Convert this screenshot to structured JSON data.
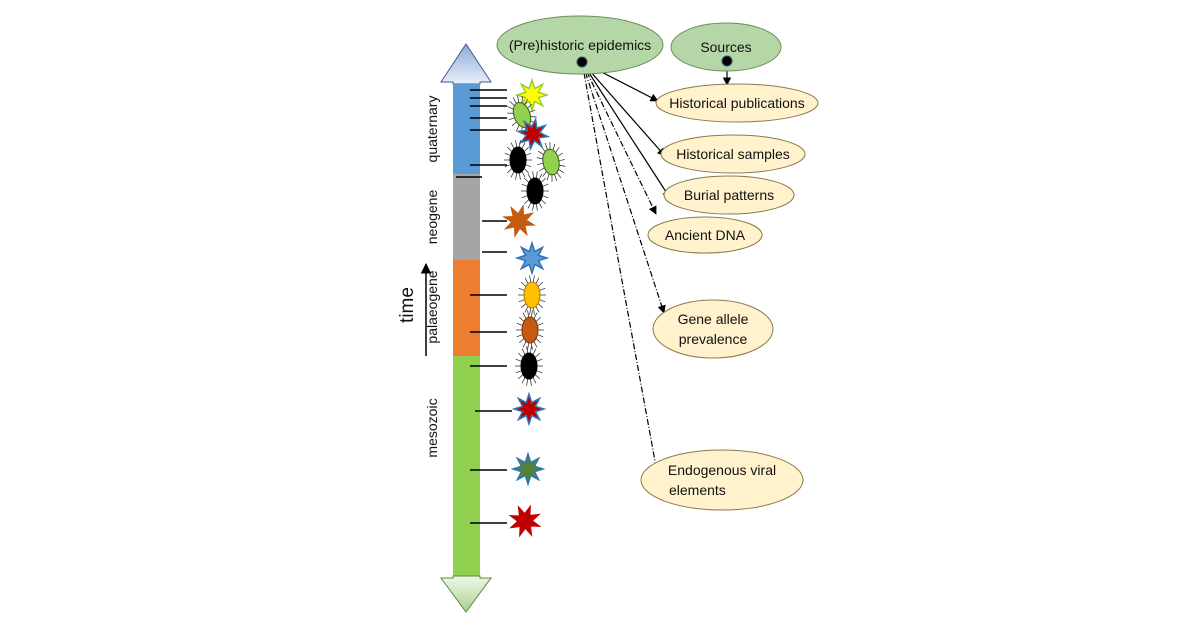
{
  "title_node": "(Pre)historic epidemics",
  "sources_node": "Sources",
  "source_types": [
    [
      "Historical publications"
    ],
    [
      "Historical samples"
    ],
    [
      "Burial patterns"
    ],
    [
      "Ancient DNA"
    ],
    [
      "Gene allele",
      "prevalence"
    ],
    [
      "Endogenous viral",
      "elements"
    ]
  ],
  "eras": [
    "quaternary",
    "neogene",
    "palaeogene",
    "mesozoic"
  ],
  "axis_label": "time",
  "colors": {
    "quaternary": "#5b9bd5",
    "neogene": "#a5a5a5",
    "palaeogene": "#ed7d31",
    "mesozoic": "#92d050",
    "title_node_fill": "#b5d6a7",
    "source_node_fill": "#fff2cc",
    "arrow_top": "#8eaadb",
    "arrow_bottom": "#a9d18e"
  },
  "pathogen_icons": [
    "yellow-star-virus-icon",
    "green-bacterium-icon",
    "red-blue-star-virus-icon",
    "black-bacterium-icon",
    "green-bacterium-icon",
    "black-bacterium-icon",
    "orange-star-virus-icon",
    "blue-star-virus-icon",
    "yellow-bacterium-icon",
    "brown-bacterium-icon",
    "black-bacterium-icon",
    "red-star-virus-icon",
    "green-star-virus-icon",
    "red-star-virus-icon"
  ]
}
